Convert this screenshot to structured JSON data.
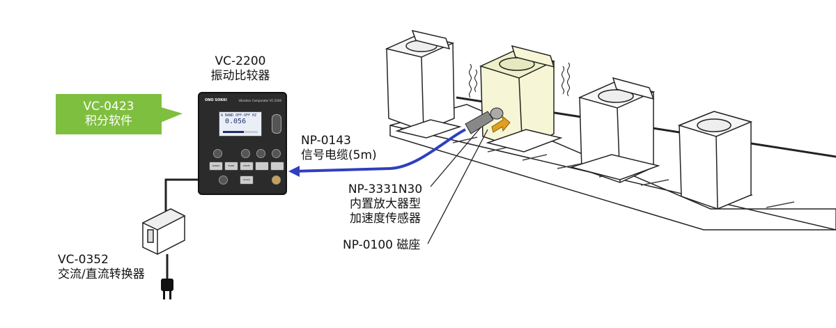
{
  "controller": {
    "model": "VC-2200",
    "name": "振动比较器",
    "brand": "ONO SOKKI",
    "panel_title": "Vibration Comparator VC-2200",
    "display_line1": "A BAND OFF-OFF HZ",
    "display_value": "0.056",
    "display_level": 0.6
  },
  "software": {
    "model": "VC-0423",
    "name": "积分软件",
    "color": "#7fbf3f"
  },
  "cable": {
    "model": "NP-0143",
    "name": "信号电缆(5m)",
    "color": "#2f3fbf"
  },
  "sensor": {
    "model": "NP-3331N30",
    "line1": "内置放大器型",
    "line2": "加速度传感器"
  },
  "magnet": {
    "label": "NP-0100 磁座"
  },
  "adapter": {
    "model": "VC-0352",
    "name": "交流/直流转换器"
  },
  "icons": [
    "plug-icon",
    "arrow-icon",
    "vibration-lines-icon"
  ],
  "washer_highlight_color": "#f6f6d6"
}
